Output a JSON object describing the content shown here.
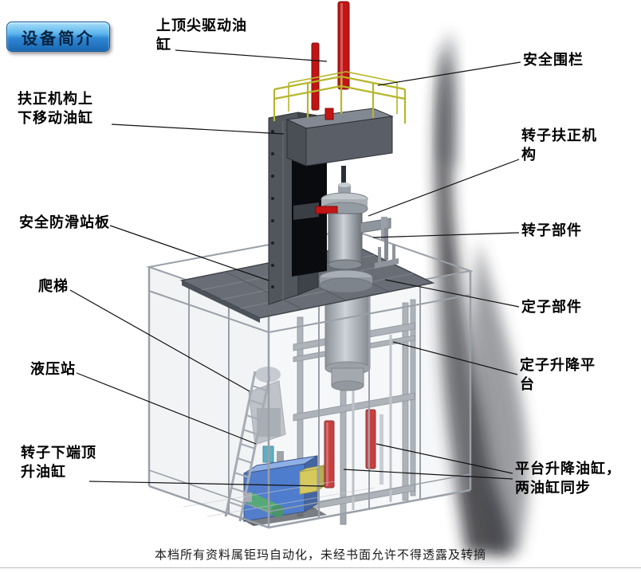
{
  "badge": {
    "label": "设备简介"
  },
  "labels": {
    "top_cylinder": "上顶尖驱动油\n缸",
    "safety_fence": "安全围栏",
    "centering_cylinder": "扶正机构上\n下移动油缸",
    "rotor_centering": "转子扶正机\n构",
    "antislip_board": "安全防滑站板",
    "rotor_part": "转子部件",
    "ladder": "爬梯",
    "stator_part": "定子部件",
    "hydraulic_station": "液压站",
    "stator_platform": "定子升降平\n台",
    "rotor_jack_cylinder": "转子下端顶\n升油缸",
    "platform_cylinders": "平台升降油缸，\n两油缸同步"
  },
  "footer": "本档所有资料属钜玛自动化，未经书面允许不得透露及转摘",
  "colors": {
    "cylinder_red": "#c41414",
    "railing_yellow": "#b6b62a",
    "hydraulic_blue": "#2a63c8",
    "motor_green": "#2f9e57",
    "badge_blue": "#2f88d4"
  }
}
